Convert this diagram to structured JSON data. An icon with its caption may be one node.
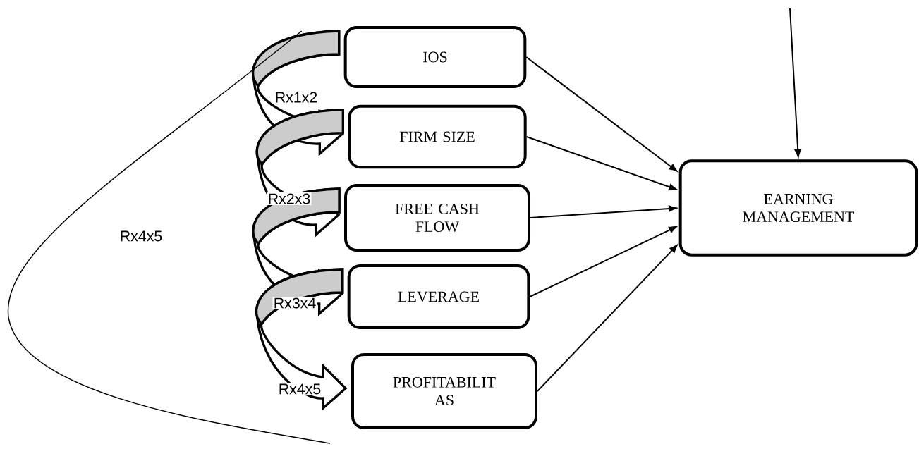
{
  "diagram": {
    "nodes": [
      {
        "text": [
          "IOS"
        ]
      },
      {
        "text": [
          "FIRM SIZE"
        ]
      },
      {
        "text": [
          "FREE CASH FLOW"
        ]
      },
      {
        "text": [
          "LEVERAGE"
        ]
      },
      {
        "text": [
          "PROFITABILIT AS"
        ]
      },
      {
        "text": [
          "EARNING MANAGEMENT"
        ]
      }
    ],
    "edges": [
      {
        "from": 0,
        "to": 1,
        "arrow": "to",
        "style": "thick",
        "label": "Rx1x2"
      },
      {
        "from": 1,
        "to": 2,
        "arrow": "to",
        "style": "thick",
        "label": "Rx2x3"
      },
      {
        "from": 2,
        "to": 3,
        "arrow": "to",
        "style": "thick",
        "label": "Rx3x4"
      },
      {
        "from": 3,
        "to": 4,
        "arrow": "to",
        "style": "thick",
        "label": "Rx4x5"
      },
      {
        "from": 0,
        "to": 4,
        "arrow": "none",
        "label": "Rx4x5"
      },
      {
        "from": 0,
        "to": 5,
        "arrow": "to"
      },
      {
        "from": 1,
        "to": 5,
        "arrow": "to"
      },
      {
        "from": 2,
        "to": 5,
        "arrow": "to"
      },
      {
        "from": 3,
        "to": 5,
        "arrow": "to"
      },
      {
        "from": 4,
        "to": 5,
        "arrow": "to"
      },
      {
        "from": null,
        "to": 5,
        "arrow": "to"
      }
    ]
  }
}
